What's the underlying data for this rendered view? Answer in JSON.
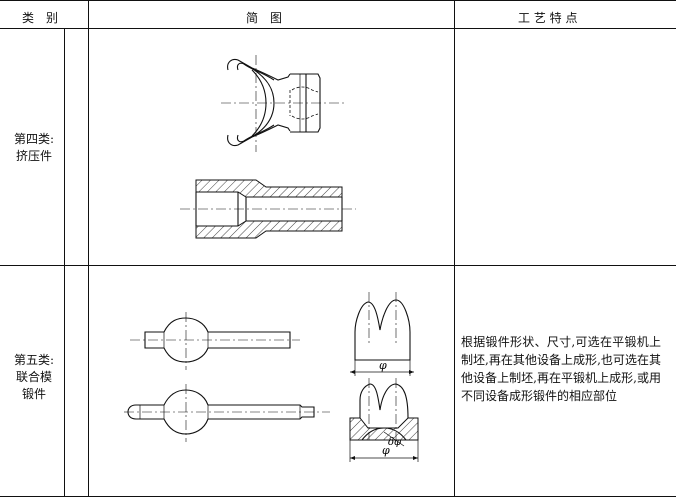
{
  "header": {
    "col_category": "类　别",
    "col_sketch": "简　图",
    "col_features": "工 艺 特 点"
  },
  "rows": [
    {
      "category_line1": "第四类:",
      "category_line2": "挤压件",
      "features": ""
    },
    {
      "category_line1": "第五类:",
      "category_line2": "联合模",
      "category_line3": "锻件",
      "features": "根据锻件形状、尺寸,可选在平锻机上制坯,再在其他设备上成形,也可选在其他设备上制坯,再在平锻机上成形,或用不同设备成形锻件的相应部位"
    }
  ],
  "dimension_labels": {
    "phi_upper": "φ",
    "phi_lower": "φ",
    "delta_phi": "δφ"
  }
}
